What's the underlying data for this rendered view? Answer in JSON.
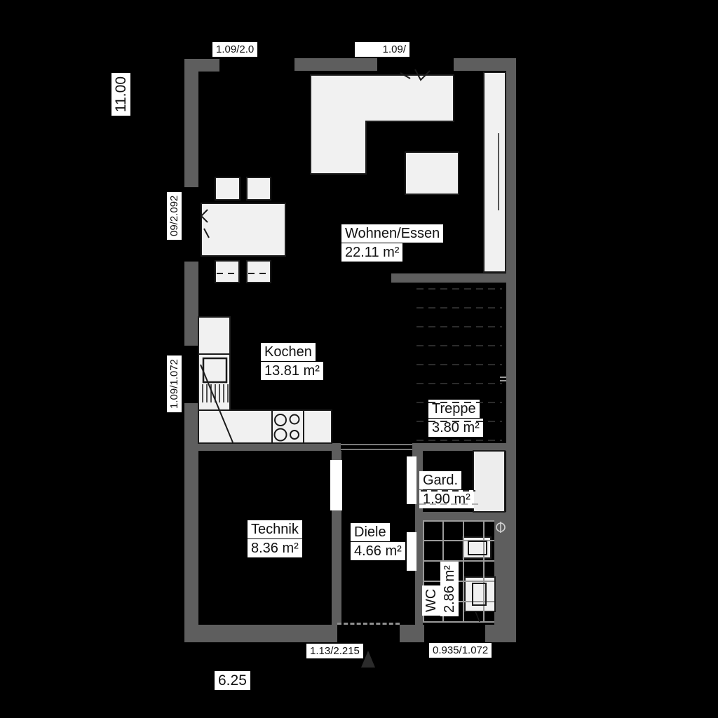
{
  "app": {
    "type": "architectural floor plan"
  },
  "rooms": {
    "wohnen": {
      "name": "Wohnen/Essen",
      "area": "22.11 m²"
    },
    "kochen": {
      "name": "Kochen",
      "area": "13.81 m²"
    },
    "treppe": {
      "name": "Treppe",
      "area": "3.80 m²"
    },
    "gard": {
      "name": "Gard.",
      "area": "1.90 m²"
    },
    "technik": {
      "name": "Technik",
      "area": "8.36 m²"
    },
    "diele": {
      "name": "Diele",
      "area": "4.66 m²"
    },
    "wc": {
      "name": "WC",
      "area": "2.86 m²"
    }
  },
  "dimensions": {
    "total_height": "11.00",
    "total_width": "6.25",
    "window_top_left": "1.09/2.0",
    "window_top_right": "1.09/",
    "window_left_upper": "09/2.092",
    "window_left_lower": "1.09/1.072",
    "door_entrance": "1.13/2.215",
    "window_wc": "0.935/1.072"
  },
  "colors": {
    "background": "#000000",
    "wall": "#5e5e5e",
    "furniture_fill": "#f1f1f1",
    "outline": "#1b1b1b",
    "label_bg": "#ffffff",
    "label_text": "#111111",
    "tile_line": "#9a9a9a"
  }
}
